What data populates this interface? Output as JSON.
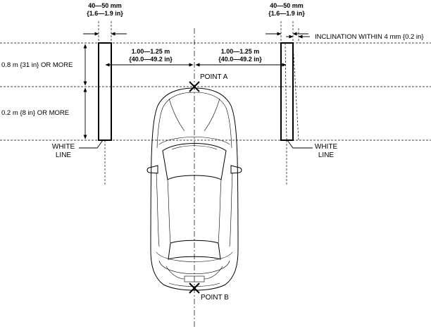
{
  "labels": {
    "left_width_mm": "40—50 mm",
    "left_width_in": "{1.6—1.9 in}",
    "right_width_mm": "40—50 mm",
    "right_width_in": "{1.6—1.9 in}",
    "inclination": "INCLINATION WITHIN 4 mm {0.2 in}",
    "left_distance_m": "1.00—1.25 m",
    "left_distance_in": "{40.0—49.2 in}",
    "right_distance_m": "1.00—1.25 m",
    "right_distance_in": "{40.0—49.2 in}",
    "upper_height": "0.8 m {31 in} OR MORE",
    "lower_height": "0.2 m {8 in} OR MORE",
    "point_a": "POINT A",
    "point_b": "POINT B",
    "white_line_left_1": "WHITE",
    "white_line_left_2": "LINE",
    "white_line_right_1": "WHITE",
    "white_line_right_2": "LINE"
  }
}
